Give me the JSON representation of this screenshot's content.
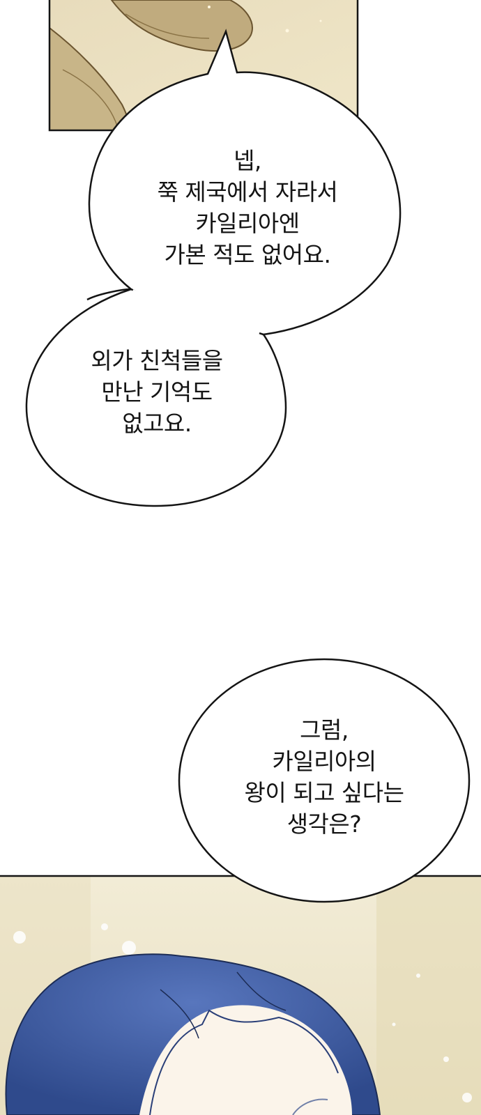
{
  "panels": {
    "top_panel": {
      "description_icon": "hand-illustration",
      "bg_color": "#e6d7b1",
      "hand_color": "#c0ab7e"
    },
    "bottom_panel": {
      "description_icon": "blue-haired-character",
      "hair_color": "#3e5fa6",
      "bg_color": "#efe8cf"
    }
  },
  "bubbles": {
    "bubble_1": {
      "lines": [
        "넵,",
        "쭉 제국에서 자라서",
        "카일리아엔",
        "가본 적도 없어요."
      ]
    },
    "bubble_2": {
      "lines": [
        "외가 친척들을",
        "만난 기억도",
        "없고요."
      ]
    },
    "bubble_3": {
      "lines": [
        "그럼,",
        "카일리아의",
        "왕이 되고 싶다는",
        "생각은?"
      ]
    }
  },
  "colors": {
    "ink": "#141414",
    "bubble_fill": "#ffffff",
    "page_bg": "#ffffff"
  }
}
